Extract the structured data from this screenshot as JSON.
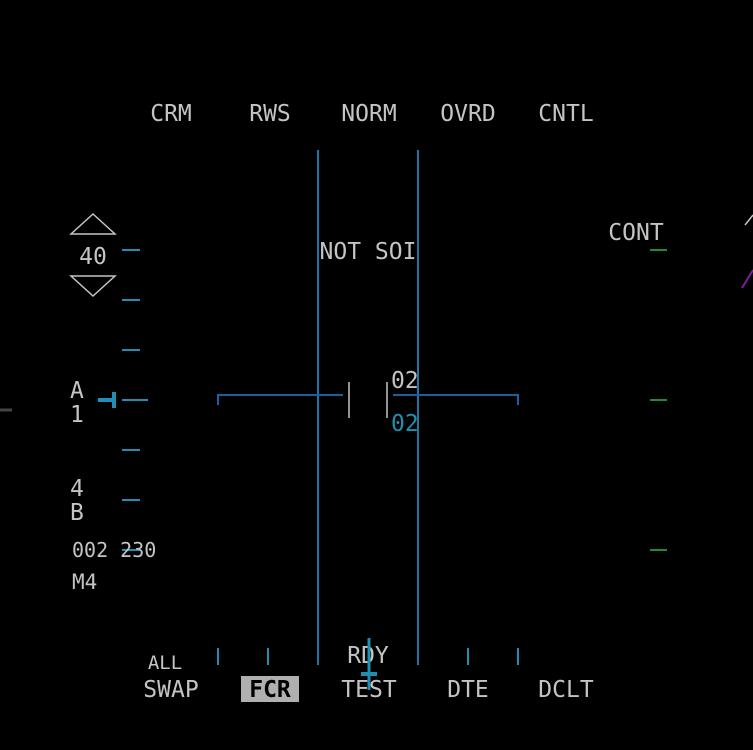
{
  "top_osb": [
    "CRM",
    "RWS",
    "NORM",
    "OVRD",
    "CNTL"
  ],
  "bottom_osb": {
    "all": "ALL",
    "swap": "SWAP",
    "fcr": "FCR",
    "test": "TEST",
    "rdy": "RDY",
    "dte": "DTE",
    "dclt": "DCLT"
  },
  "status": "NOT SOI",
  "cont": "CONT",
  "range": "40",
  "azimuth": {
    "a": "A",
    "a_val": "1",
    "bar_val": "4",
    "b": "B"
  },
  "readout": "002 230",
  "mode": "M4",
  "altitude_upper": "02",
  "altitude_lower": "02",
  "colors": {
    "text": "#c4c4c4",
    "cyan": "#1f8fb3",
    "blue": "#1d5e9e",
    "green": "#1e8a3c",
    "highlight": "#b0b0b0"
  }
}
